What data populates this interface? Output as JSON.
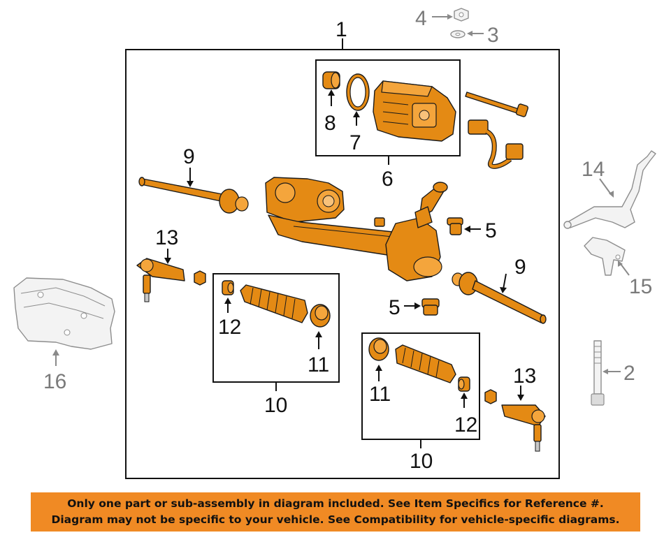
{
  "callouts": {
    "c1": "1",
    "c2": "2",
    "c3": "3",
    "c4": "4",
    "c5a": "5",
    "c5b": "5",
    "c6": "6",
    "c7": "7",
    "c8": "8",
    "c9a": "9",
    "c9b": "9",
    "c10a": "10",
    "c10b": "10",
    "c11a": "11",
    "c11b": "11",
    "c12a": "12",
    "c12b": "12",
    "c13a": "13",
    "c13b": "13",
    "c14": "14",
    "c15": "15",
    "c16": "16"
  },
  "disclaimer": {
    "line1": "Only one part or sub-assembly in diagram included. See Item Specifics for Reference #.",
    "line2": "Diagram may not be specific to your vehicle. See Compatibility for vehicle-specific diagrams."
  },
  "colors": {
    "highlight_part": "#e48a14",
    "banner": "#f08a24",
    "ghost_part": "#8d8d8d"
  }
}
